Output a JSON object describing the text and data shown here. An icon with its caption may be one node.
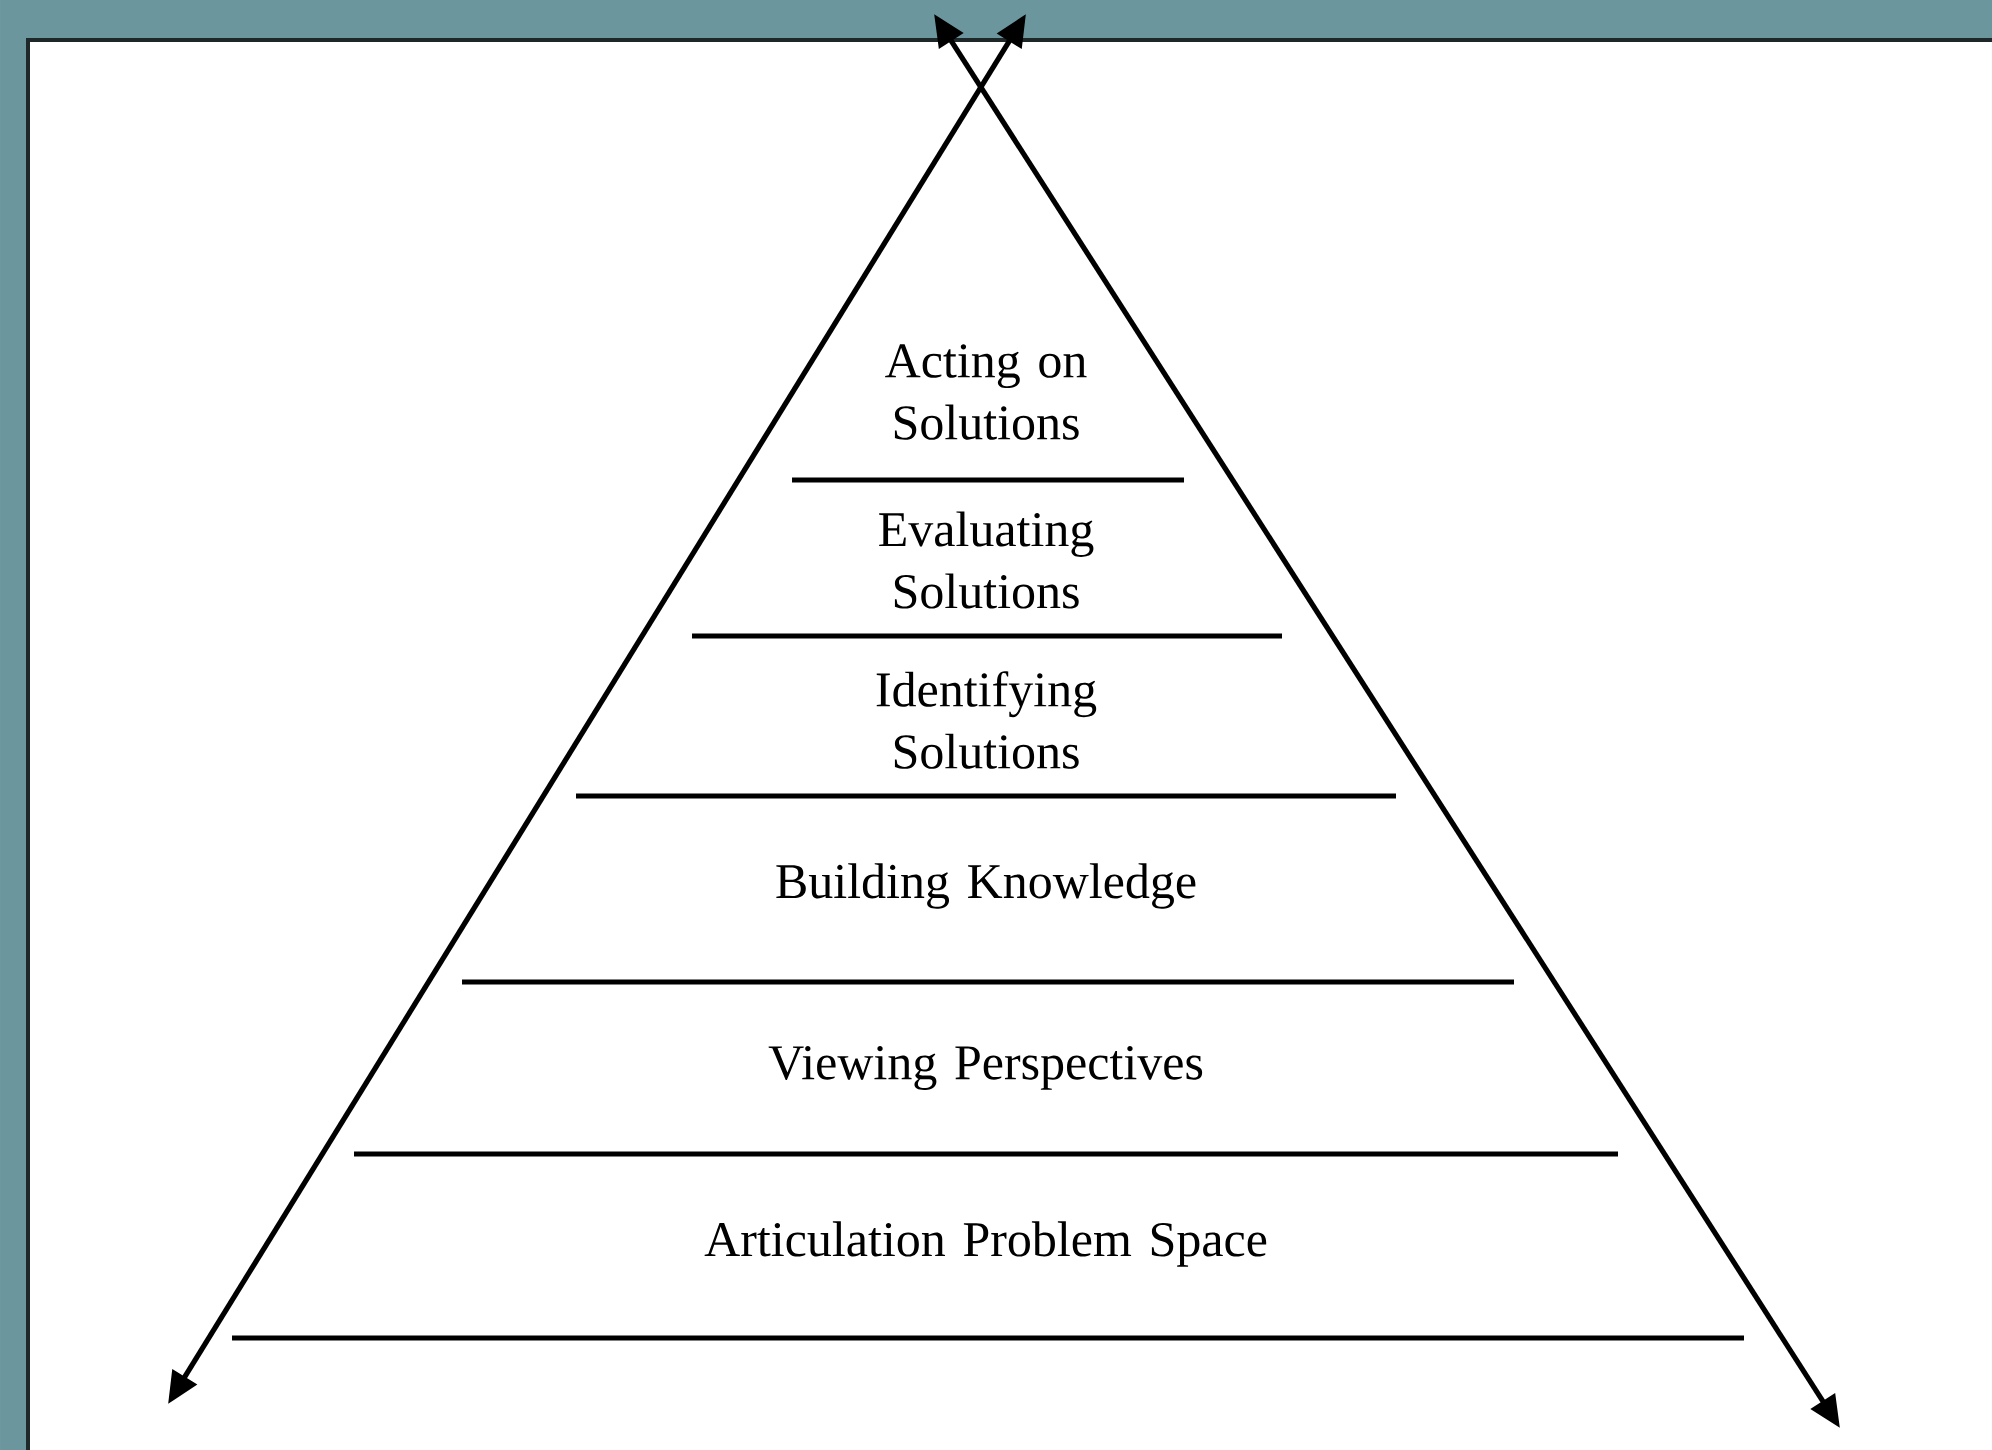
{
  "diagram": {
    "nodes": [
      {
        "text": [
          "Acting on Solutions"
        ]
      },
      {
        "text": [
          "Evaluating Solutions"
        ]
      },
      {
        "text": [
          "Identifying Solutions"
        ]
      },
      {
        "text": [
          "Building Knowledge"
        ]
      },
      {
        "text": [
          "Viewing Perspectives"
        ]
      },
      {
        "text": [
          "Articulation Problem Space"
        ]
      }
    ]
  }
}
